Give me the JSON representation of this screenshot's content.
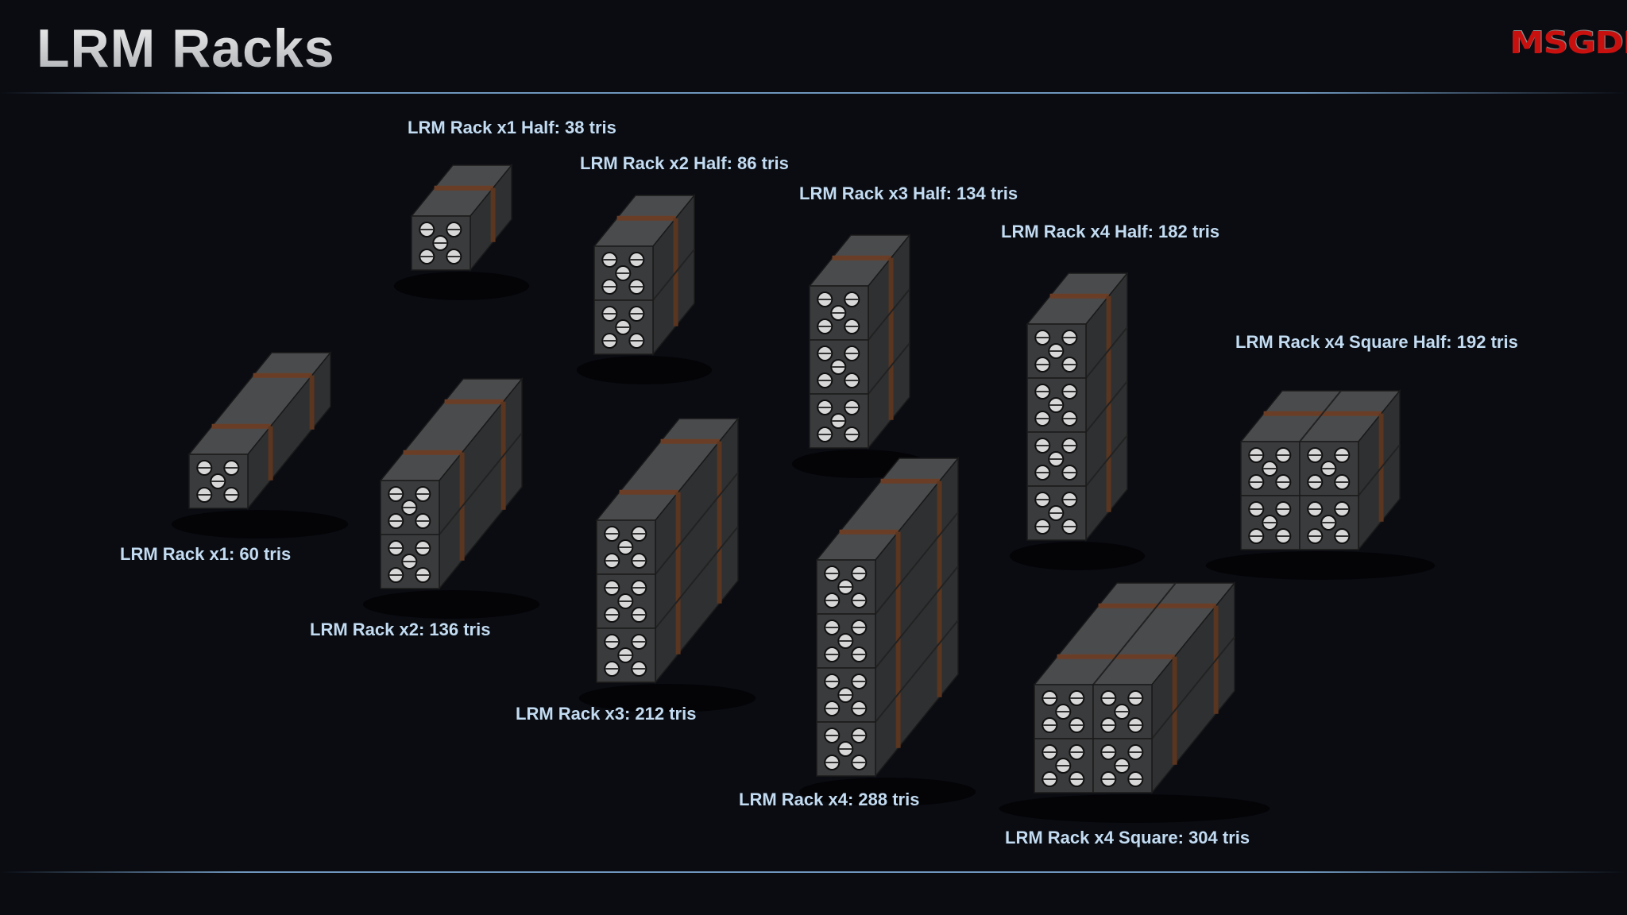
{
  "header": {
    "title": "LRM Racks",
    "logo": "MSGDI"
  },
  "labels": {
    "x1_half": "LRM Rack x1 Half: 38 tris",
    "x2_half": "LRM Rack x2 Half: 86 tris",
    "x3_half": "LRM Rack x3 Half: 134 tris",
    "x4_half": "LRM Rack x4 Half: 182 tris",
    "x4_square_half": "LRM Rack x4 Square Half: 192 tris",
    "x1": "LRM Rack x1: 60 tris",
    "x2": "LRM Rack x2: 136 tris",
    "x3": "LRM Rack x3: 212 tris",
    "x4": "LRM Rack x4: 288 tris",
    "x4_square": "LRM Rack x4 Square: 304 tris"
  },
  "colors": {
    "label": "#c3dcf2",
    "logo": "#c8100f",
    "rule": "#6f97bd",
    "background": "#0a0c12"
  }
}
